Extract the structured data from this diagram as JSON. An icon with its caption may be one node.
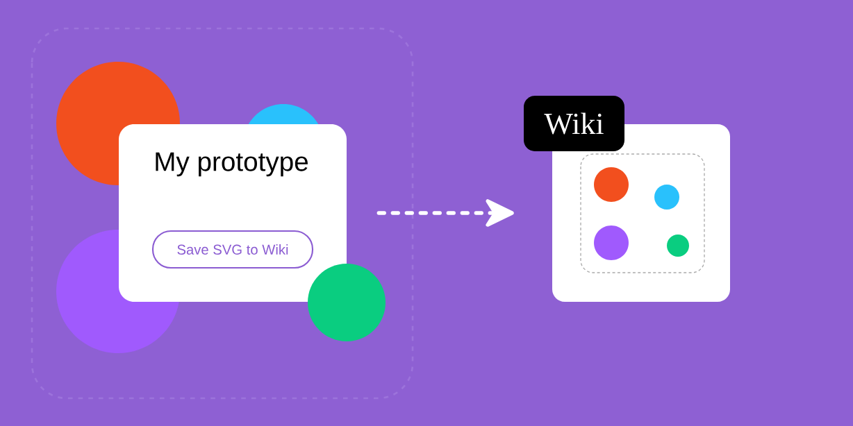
{
  "diagram": {
    "nodes": [
      {
        "text": [
          "My prototype"
        ]
      },
      {
        "text": [
          "Save SVG to Wiki"
        ],
        "in": 0
      },
      {
        "text": [],
        "shape": "box"
      },
      {
        "text": [
          "Wiki"
        ]
      },
      {
        "text": [],
        "shape": "circle"
      },
      {
        "text": [],
        "shape": "circle"
      },
      {
        "text": [],
        "shape": "circle"
      },
      {
        "text": [],
        "shape": "circle"
      }
    ],
    "edges": [
      {
        "from": 0,
        "to": 2,
        "arrow": "to",
        "style": "dashed"
      }
    ]
  }
}
